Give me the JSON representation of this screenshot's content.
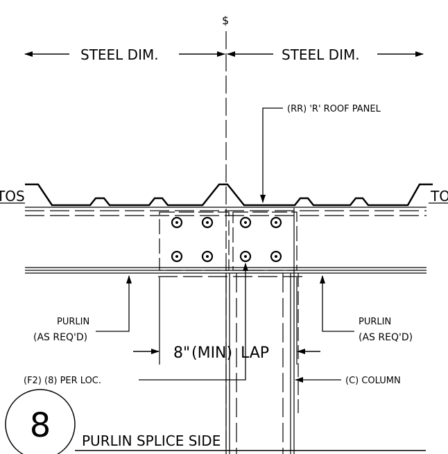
{
  "labels": {
    "centerline": "$",
    "steel_dim_left": "STEEL DIM.",
    "steel_dim_right": "STEEL DIM.",
    "roof_panel": "(RR) 'R' ROOF PANEL",
    "tos_left": "TOS",
    "tos_right": "TO",
    "purlin_left": "PURLIN",
    "purlin_left_note": "(AS REQ'D)",
    "purlin_right": "PURLIN",
    "purlin_right_note": "(AS REQ'D)",
    "lap_dim": "8\"",
    "lap_min": "(MIN)",
    "lap_word": "LAP",
    "fastener": "(F2) (8) PER LOC.",
    "column": "(C) COLUMN",
    "detail_number": "8",
    "detail_title": "PURLIN SPLICE SIDE"
  }
}
